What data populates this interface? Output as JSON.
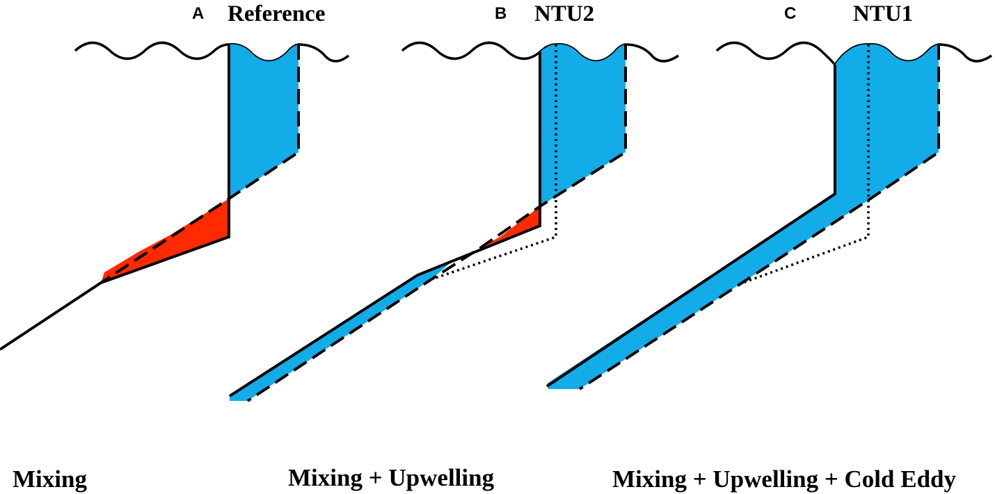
{
  "colors": {
    "cool_fill": "#12ace8",
    "warm_fill": "#ff2a00",
    "line": "#000000"
  },
  "panels": [
    {
      "letter": "A",
      "title": "Reference",
      "caption": "Mixing"
    },
    {
      "letter": "B",
      "title": "NTU2",
      "caption": "Mixing + Upwelling"
    },
    {
      "letter": "C",
      "title": "NTU1",
      "caption": "Mixing + Upwelling + Cold Eddy"
    }
  ]
}
